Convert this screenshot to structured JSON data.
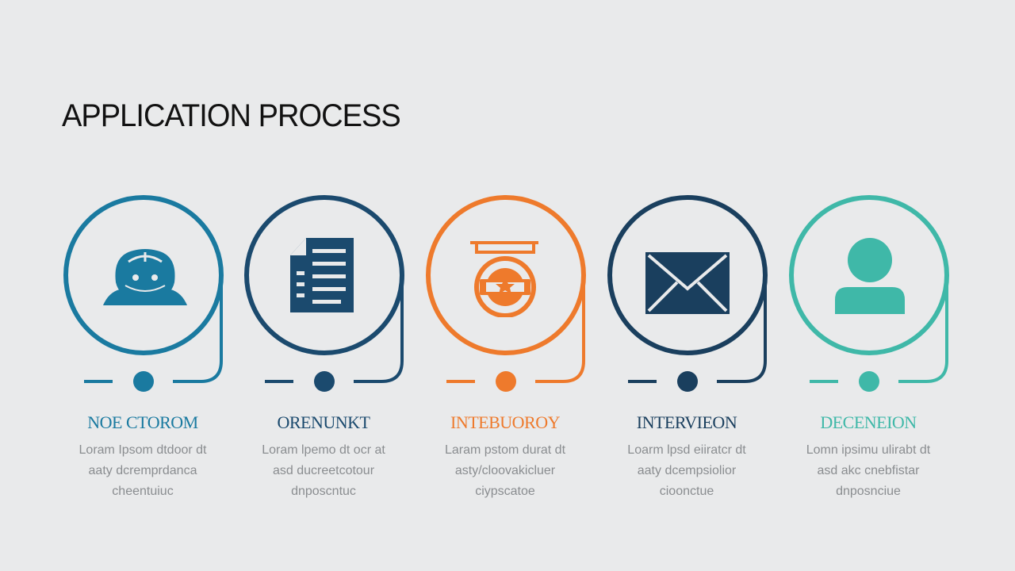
{
  "title": "APPLICATION PROCESS",
  "steps": [
    {
      "label": "NOE CTOROM",
      "color": "#1a7aa0",
      "icon": "people-icon",
      "desc": [
        "Loram Ipsom dtdoor dt",
        "aaty dcremprdanca",
        "cheentuiuc"
      ]
    },
    {
      "label": "ORENUNKT",
      "color": "#1b4a6e",
      "icon": "document-icon",
      "desc": [
        "Loram lpemo dt ocr at",
        "asd ducreetcotour",
        "dnposcntuc"
      ]
    },
    {
      "label": "INTEBUOROY",
      "color": "#ee7a2c",
      "icon": "badge-icon",
      "desc": [
        "Laram pstom durat dt",
        "asty/cloovakicluer",
        "ciypscatoe"
      ]
    },
    {
      "label": "INTERVIEON",
      "color": "#1a3f5e",
      "icon": "envelope-icon",
      "desc": [
        "Loarm lpsd eiiratcr dt",
        "aaty dcempsiolior",
        "cioonctue"
      ]
    },
    {
      "label": "DECENEION",
      "color": "#3fb8a8",
      "icon": "user-icon",
      "desc": [
        "Lomn ipsimu ulirabt dt",
        "asd akc cnebfistar",
        "dnposnciue"
      ]
    }
  ]
}
